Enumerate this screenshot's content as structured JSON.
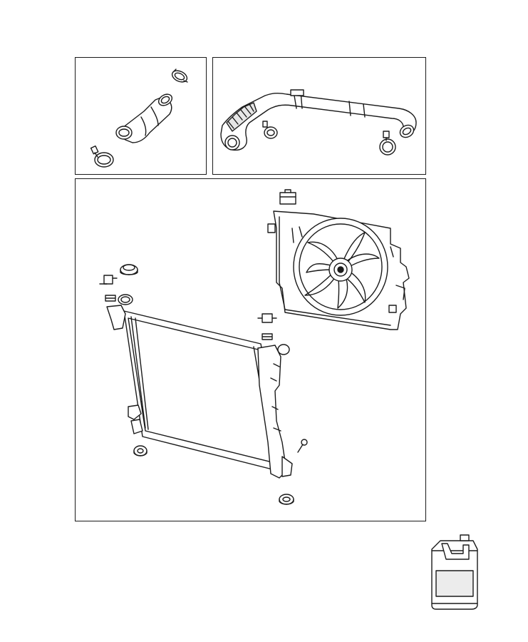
{
  "diagram": {
    "panels": [
      {
        "id": "upper-left",
        "parts": [
          "hose-clamp-top",
          "upper-radiator-hose",
          "hose-clamp-bottom"
        ]
      },
      {
        "id": "upper-right",
        "parts": [
          "lower-radiator-hose",
          "hose-clamp-left",
          "hose-clamp-right"
        ]
      },
      {
        "id": "main",
        "parts": [
          "radiator-fan-shroud-assembly",
          "cooling-fan",
          "fan-connector",
          "radiator",
          "radiator-cap",
          "drain-plug",
          "mounting-clips",
          "rubber-isolators"
        ]
      }
    ],
    "loose_parts": [
      "coolant-jug"
    ],
    "colors": {
      "line": "#1a1a1a",
      "fill": "#ffffff",
      "shade": "#e6e6e6"
    }
  }
}
